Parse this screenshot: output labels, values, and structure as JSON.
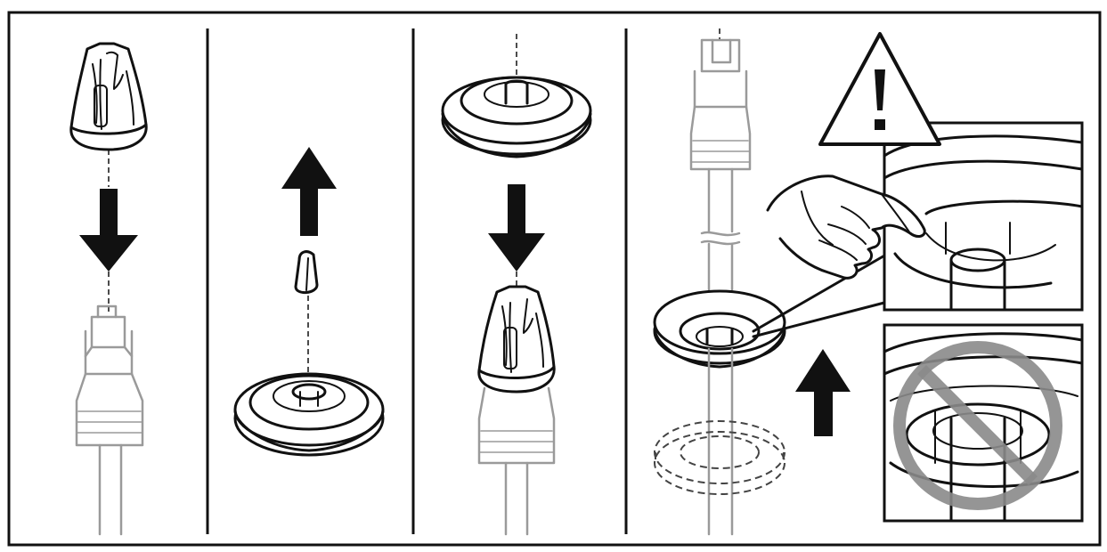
{
  "figure": {
    "type": "assembly-instruction-illustration",
    "panels": [
      {
        "step": 1,
        "content": "cable-boot-lowered-onto-rj45-plug",
        "arrow": "down"
      },
      {
        "step": 2,
        "content": "plug-removed-from-grommet",
        "arrow": "up"
      },
      {
        "step": 3,
        "content": "grommet-lowered-onto-booted-plug",
        "arrow": "down"
      },
      {
        "step": 4,
        "content": "grommet-slid-up-cable-with-seating-check",
        "arrow": "up"
      }
    ],
    "icons": [
      "warning-triangle-icon",
      "pointing-hand-icon",
      "prohibition-icon",
      "arrow-down-icon",
      "arrow-up-icon"
    ],
    "colors": {
      "line": "#111111",
      "grey_line": "#9a9a9a",
      "prohibition": "#8a8a8a",
      "background": "#ffffff"
    }
  }
}
